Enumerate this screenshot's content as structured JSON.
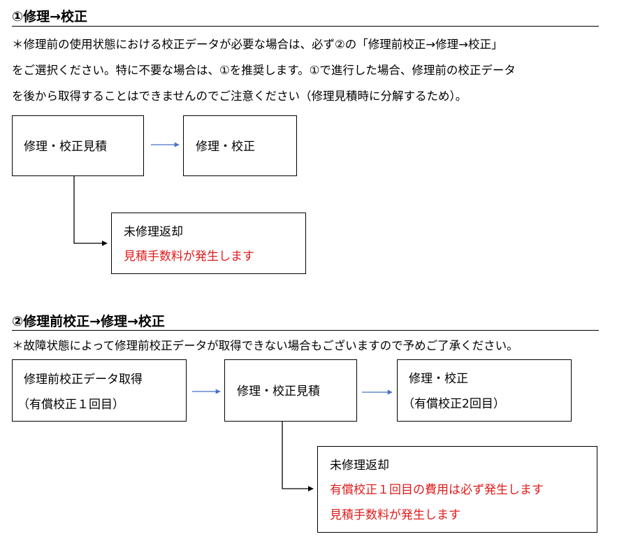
{
  "section1": {
    "heading": "①修理→校正",
    "note_lines": [
      "＊修理前の使用状態における校正データが必要な場合は、必ず②の「修理前校正→修理→校正」",
      "をご選択ください。特に不要な場合は、①を推奨します。①で進行した場合、修理前の校正データ",
      "を後から取得することはできませんのでご注意ください（修理見積時に分解するため）。"
    ],
    "box_estimate": "修理・校正見積",
    "box_repair": "修理・校正",
    "box_return_title": "未修理返却",
    "box_return_fee": "見積手数料が発生します"
  },
  "section2": {
    "heading": "②修理前校正→修理→校正",
    "note": "＊故障状態によって修理前校正データが取得できない場合もございますので予めご了承ください。",
    "box_precal_title": "修理前校正データ取得",
    "box_precal_sub": "（有償校正１回目）",
    "box_estimate": "修理・校正見積",
    "box_repair_title": "修理・校正",
    "box_repair_sub": "（有償校正2回目）",
    "box_return_title": "未修理返却",
    "box_return_fee1": "有償校正１回目の費用は必ず発生します",
    "box_return_fee2": "見積手数料が発生します"
  },
  "colors": {
    "arrow_blue": "#4472c4",
    "fee_red": "#e01b1b"
  }
}
